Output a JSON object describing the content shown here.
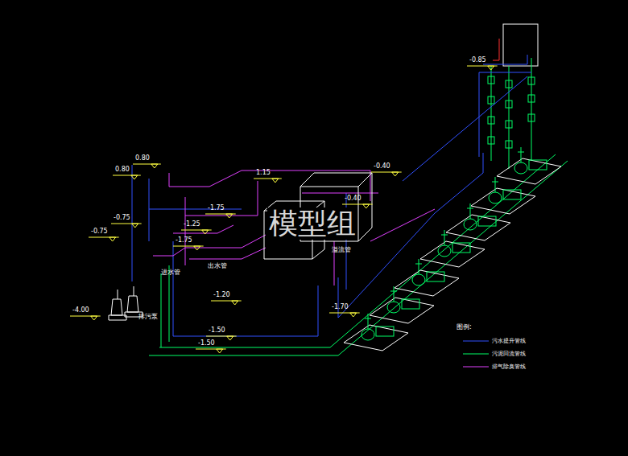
{
  "diagram": {
    "labels": [
      "-0.85",
      "0.80",
      "0.80",
      "-0.75",
      "-0.75",
      "-4.00",
      "1.15",
      "-1.75",
      "-1.25",
      "-1.75",
      "-0.40",
      "-0.40",
      "-1.20",
      "-1.50",
      "-1.50",
      "-1.70",
      "模型组",
      "图例:",
      "排污泵",
      "出水管",
      "进水管",
      "溢流管"
    ],
    "legend": [
      {
        "text": "污水提升管线"
      },
      {
        "text": "污泥回流管线"
      },
      {
        "text": "排气除臭管线"
      }
    ]
  }
}
